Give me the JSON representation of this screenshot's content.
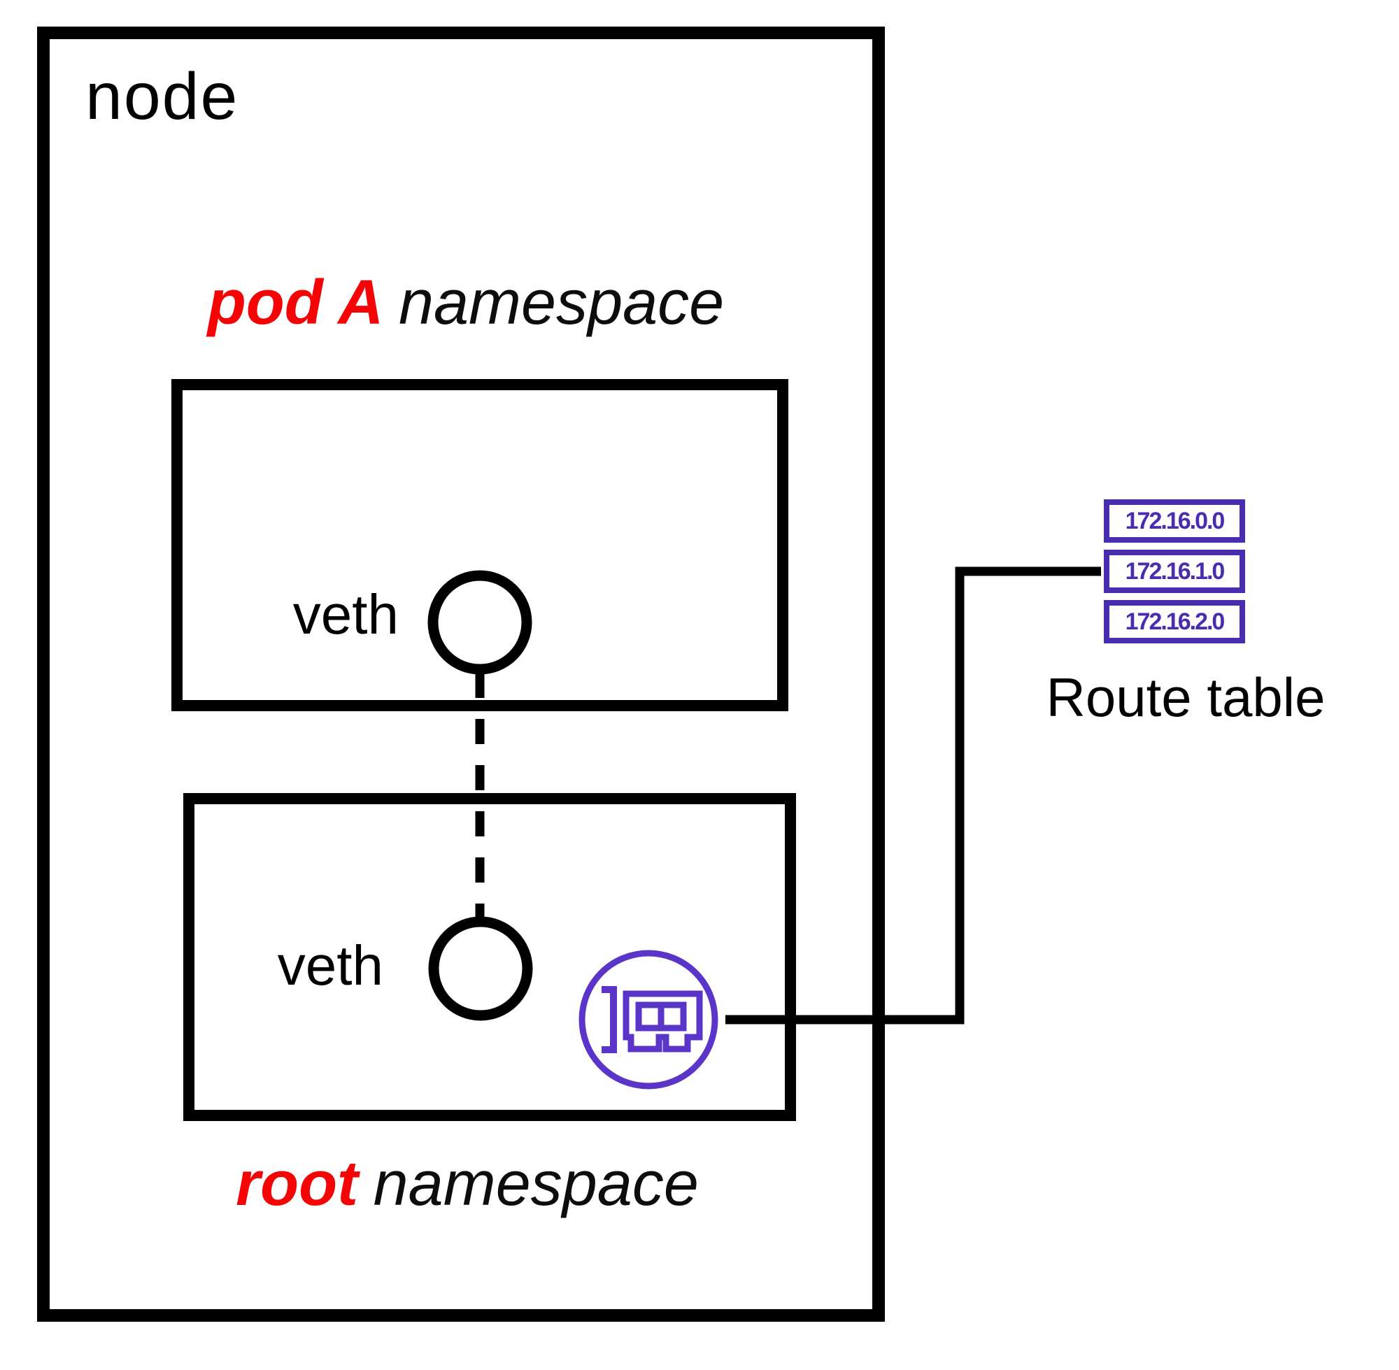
{
  "diagram": {
    "node_label": "node",
    "pod_namespace_title": {
      "highlight": "pod A",
      "rest": "namespace"
    },
    "root_namespace_title": {
      "highlight": "root",
      "rest": "namespace"
    },
    "veth_pod_label": "veth",
    "veth_root_label": "veth",
    "route_table": {
      "title": "Route table",
      "entries": [
        "172.16.0.0",
        "172.16.1.0",
        "172.16.2.0"
      ]
    },
    "icons": {
      "nic": "network-interface-card-icon"
    },
    "colors": {
      "highlight_red": "#f40404",
      "route_purple": "#4a2cae",
      "icon_purple": "#5b35c9",
      "line_black": "#000000",
      "background": "#ffffff"
    }
  }
}
